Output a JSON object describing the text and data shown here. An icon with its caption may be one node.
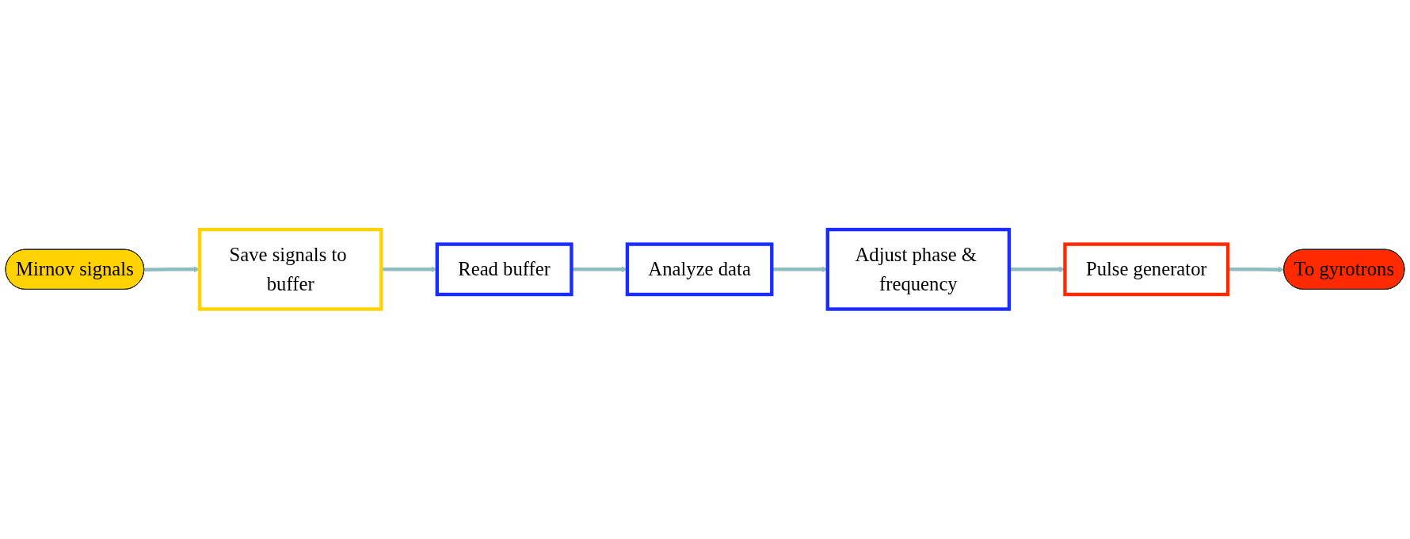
{
  "diagram": {
    "nodes": [
      {
        "text": [
          "Mirnov signals"
        ]
      },
      {
        "text": [
          "Save signals to buffer"
        ]
      },
      {
        "text": [
          "Read buffer"
        ]
      },
      {
        "text": [
          "Analyze data"
        ]
      },
      {
        "text": [
          "Adjust phase & frequency"
        ]
      },
      {
        "text": [
          "Pulse generator"
        ]
      },
      {
        "text": [
          "To gyrotrons"
        ]
      }
    ],
    "edges": [
      {
        "from": 0,
        "to": 1,
        "arrow": "to"
      },
      {
        "from": 1,
        "to": 2,
        "arrow": "to"
      },
      {
        "from": 2,
        "to": 3,
        "arrow": "to"
      },
      {
        "from": 3,
        "to": 4,
        "arrow": "to"
      },
      {
        "from": 4,
        "to": 5,
        "arrow": "to"
      },
      {
        "from": 5,
        "to": 6,
        "arrow": "to"
      }
    ]
  }
}
